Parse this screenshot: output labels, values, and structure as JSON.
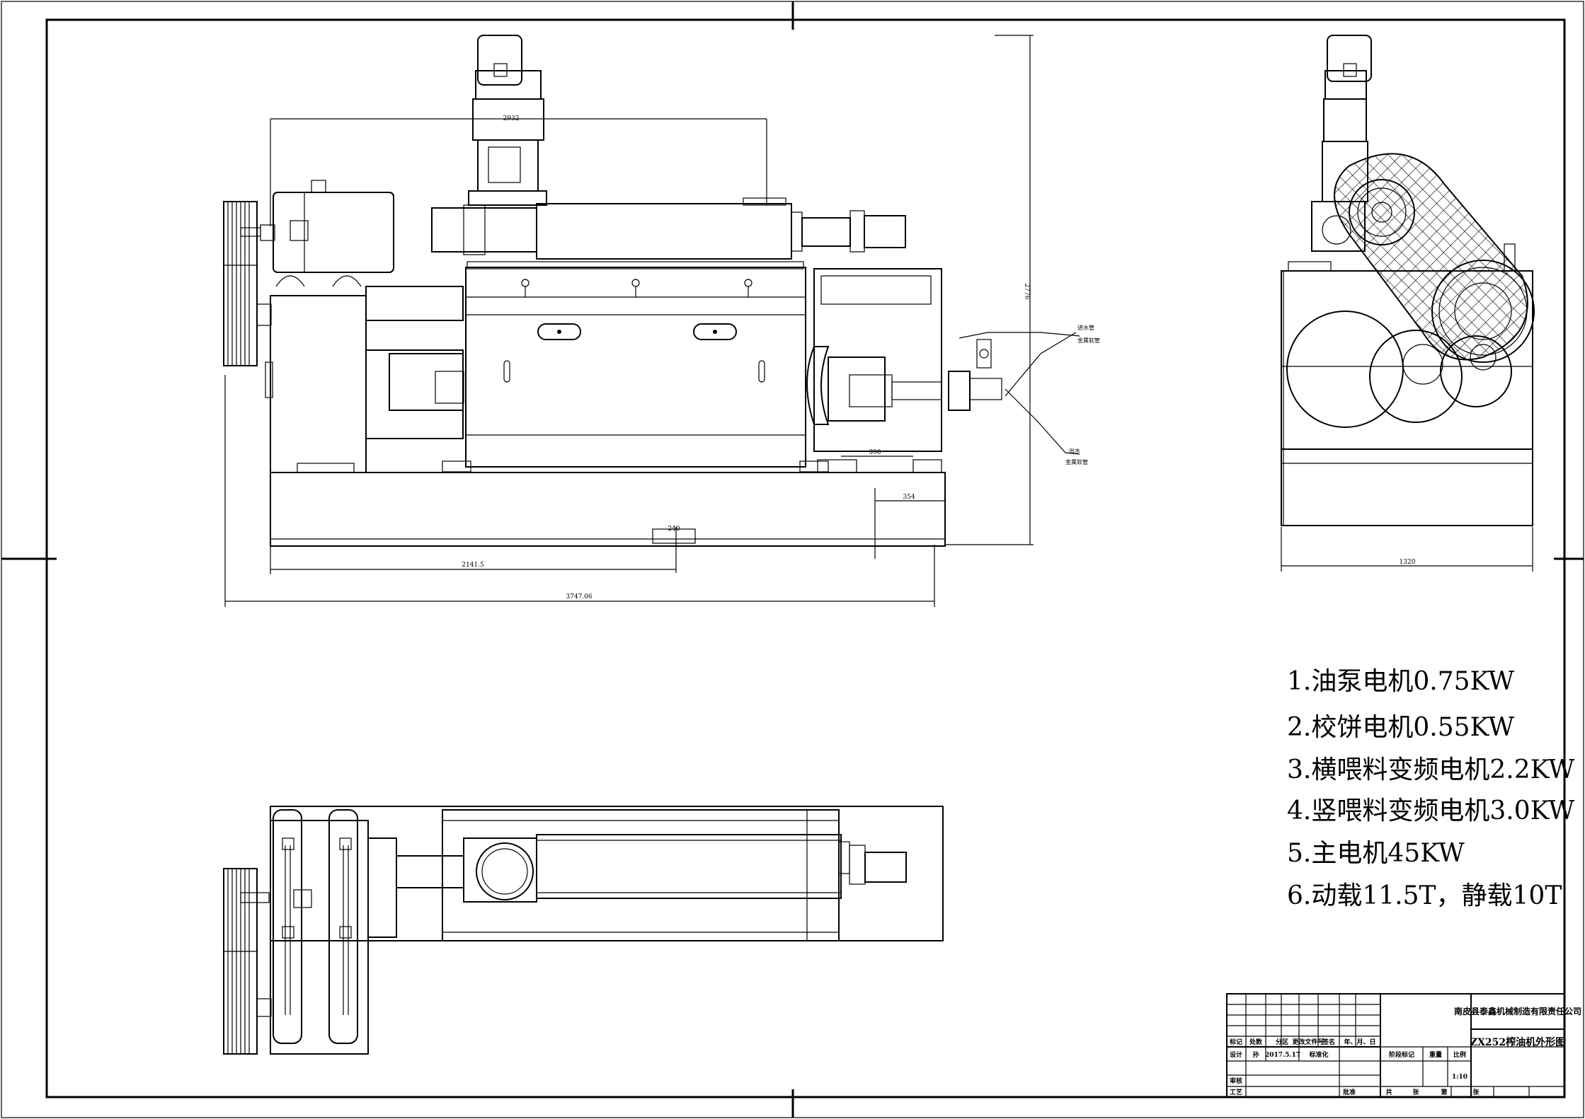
{
  "specs": [
    "1.油泵电机0.75KW",
    "2.校饼电机0.55KW",
    "3.横喂料变频电机2.2KW",
    "4.竖喂料变频电机3.0KW",
    "5.主电机45KW",
    "6.动载11.5T，静载10T"
  ],
  "dims": {
    "d2932": "2932",
    "d2776": "2776",
    "d390": "390",
    "d354": "354",
    "d240": "240",
    "d2141": "2141.5",
    "d3747": "3747.06",
    "d1320": "1320"
  },
  "notes": {
    "in_water": "进水管",
    "in_water_sub": "金属软管",
    "out_water": "出水",
    "out_water_sub": "金属软管"
  },
  "title_block": {
    "company": "南皮县泰鑫机械制造有限责任公司",
    "drawing_title": "ZX252榨油机外形图",
    "h_mark": "标记",
    "h_count": "处数",
    "h_zone": "分区",
    "h_docno": "更改文件号",
    "h_sign": "签名",
    "h_date": "年、月、日",
    "r_design": "设计",
    "r_designer": "孙",
    "r_date": "2017.5.17",
    "r_std": "标准化",
    "r_check": "审核",
    "r_process": "工艺",
    "r_approve": "批准",
    "stage_mark": "阶段标记",
    "weight": "重量",
    "scale_label": "比例",
    "scale_value": "1:10",
    "total": "共",
    "sheets": "张",
    "sheet_no": "第",
    "sheet_no2": "张"
  }
}
